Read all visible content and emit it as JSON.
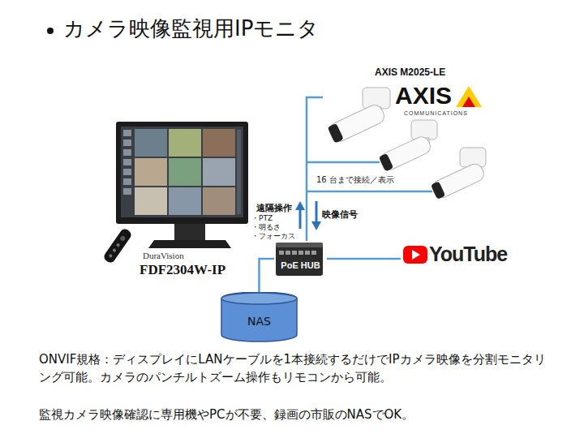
{
  "diagram": {
    "title": "カメラ映像監視用IPモニタ",
    "caption": "ONVIF規格：ディスプレイにLANケーブルを1本接続するだけでIPカメラ映像を分割モニタリング可能。カメラのパンチルトズーム操作もリモコンから可能。",
    "nodes": [
      {
        "text": [
          "AXIS M2025-LE",
          "AXIS",
          "COMMUNICATIONS"
        ]
      },
      {
        "text": [
          "DuraVision",
          "FDF2304W-IP"
        ]
      },
      {
        "text": [
          "PoE HUB"
        ]
      },
      {
        "text": [
          "YouTube"
        ]
      },
      {
        "text": [
          "NAS"
        ]
      }
    ],
    "edges": [
      {
        "from": 2,
        "to": 0,
        "arrow": "none"
      },
      {
        "from": 2,
        "to": 3,
        "arrow": "none"
      },
      {
        "from": 2,
        "to": 4,
        "arrow": "none"
      }
    ],
    "labels": [
      "16 台まで接続／表示",
      "遠隔操作",
      "・PTZ",
      "・明るさ",
      "・フォーカス",
      "映像信号",
      "監視カメラ映像確認に専用機やPCが不要、録画の市販のNASでOK。"
    ]
  }
}
